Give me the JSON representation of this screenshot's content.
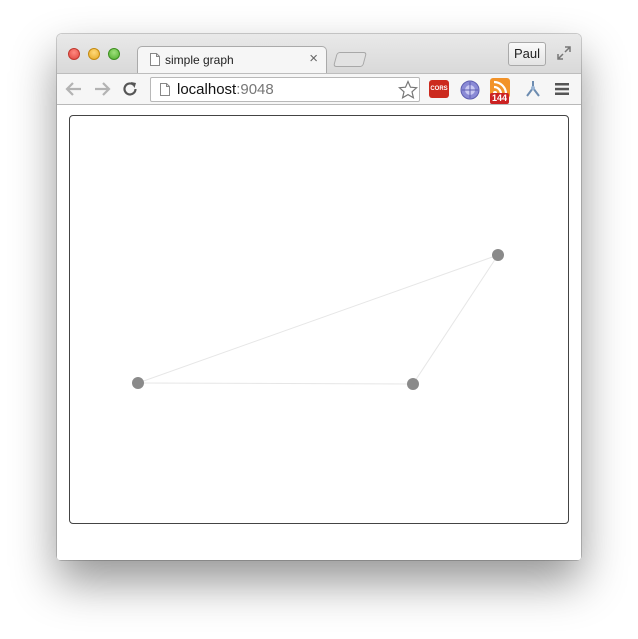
{
  "window": {
    "tab": {
      "title": "simple graph",
      "close_glyph": "×",
      "icon": "document-icon"
    },
    "profile_button": "Paul",
    "fullscreen_icon": "fullscreen-icon"
  },
  "toolbar": {
    "back_icon": "back-arrow-icon",
    "forward_icon": "forward-arrow-icon",
    "reload_icon": "reload-icon",
    "address": {
      "host": "localhost",
      "port": ":9048"
    },
    "bookmark_icon": "star-icon",
    "extensions": [
      {
        "name": "cors-extension-icon",
        "label": "CORS"
      },
      {
        "name": "websocket-extension-icon"
      },
      {
        "name": "rss-extension-icon",
        "badge": "144"
      },
      {
        "name": "fork-extension-icon"
      }
    ],
    "menu_icon": "hamburger-menu-icon"
  },
  "graph": {
    "node_color": "#8a8a8a",
    "link_color": "#e6e6e6",
    "nodes": [
      {
        "id": "a"
      },
      {
        "id": "b"
      },
      {
        "id": "c"
      }
    ],
    "links": [
      {
        "source": "a",
        "target": "b"
      },
      {
        "source": "a",
        "target": "c"
      },
      {
        "source": "b",
        "target": "c"
      }
    ]
  }
}
